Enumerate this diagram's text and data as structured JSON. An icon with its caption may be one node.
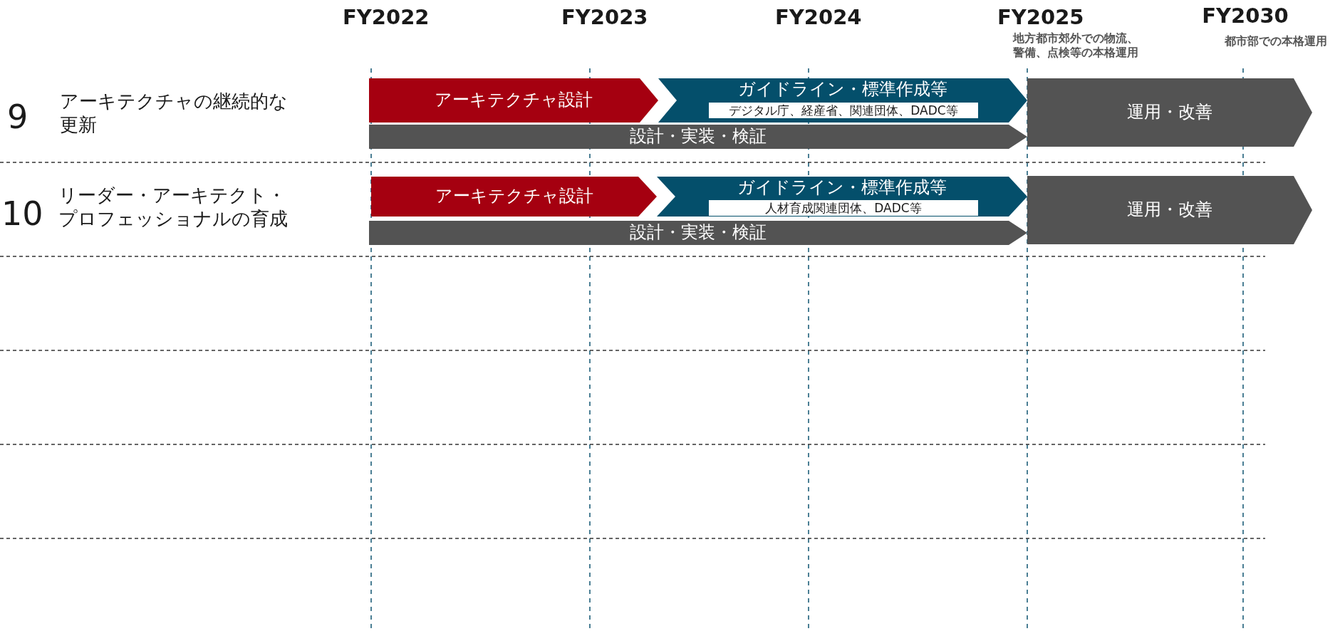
{
  "diagram": {
    "nodes": [
      {
        "text": [
          "アーキテクチャ設計"
        ]
      },
      {
        "text": [
          "ガイドライン・標準作成等"
        ]
      },
      {
        "text": [
          "デジタル庁、経産省、関連団体、DADC等"
        ],
        "in": 1
      },
      {
        "text": [
          "設計・実装・検証"
        ]
      },
      {
        "text": [
          "運用・改善"
        ]
      },
      {
        "text": [
          "アーキテクチャ設計"
        ]
      },
      {
        "text": [
          "ガイドライン・標準作成等"
        ]
      },
      {
        "text": [
          "人材育成関連団体、DADC等"
        ],
        "in": 6
      },
      {
        "text": [
          "設計・実装・検証"
        ]
      },
      {
        "text": [
          "運用・改善"
        ]
      }
    ],
    "labels": [
      "FY2022",
      "FY2023",
      "FY2024",
      "FY2025",
      "地方都市郊外での物流、警備、点検等の本格運用",
      "FY2030",
      "都市部での本格運用",
      "9",
      "アーキテクチャの継続的な更新",
      "10",
      "リーダー・アーキテクト・プロフェッショナルの育成"
    ]
  }
}
